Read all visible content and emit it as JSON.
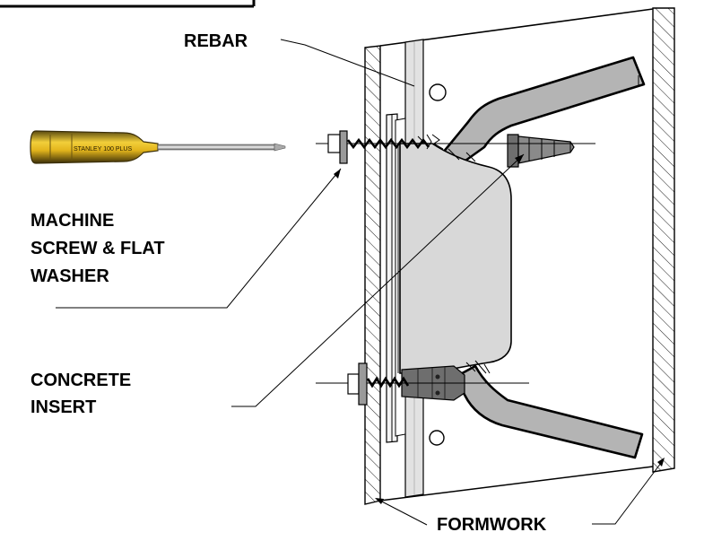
{
  "labels": {
    "rebar": "REBAR",
    "machine_screw": [
      "MACHINE",
      "SCREW & FLAT",
      "WASHER"
    ],
    "concrete_insert": [
      "CONCRETE",
      "INSERT"
    ],
    "formwork": "FORMWORK"
  },
  "screwdriver_brand": "STANLEY 100 PLUS",
  "colors": {
    "line": "#000000",
    "formwork_fill": "#ffffff",
    "box_fill": "#d8d8d8",
    "rebar_fill": "#e2e2e2",
    "arm_fill": "#b4b4b4",
    "insert_fill": "#6e6e6e",
    "handle_yellow": "#e8c020"
  }
}
